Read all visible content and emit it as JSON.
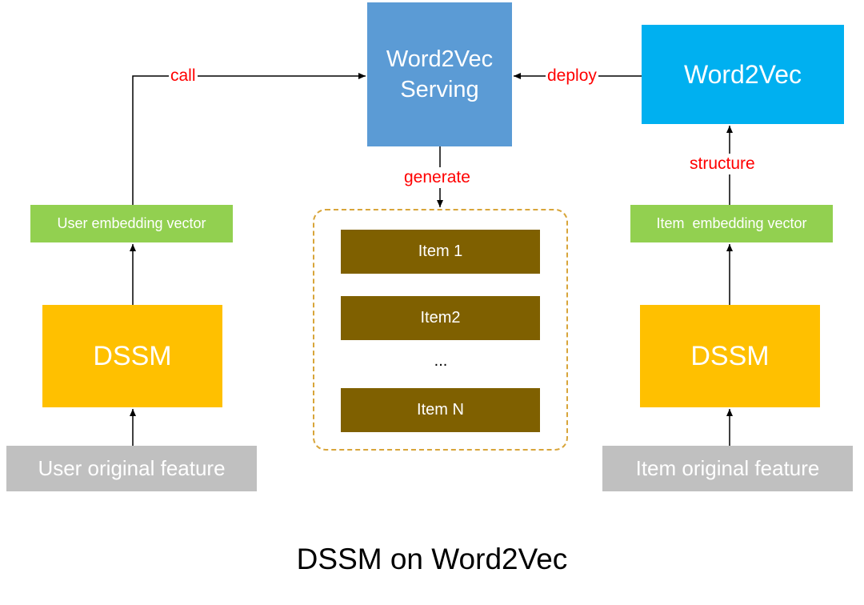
{
  "diagram": {
    "title": "DSSM on Word2Vec",
    "nodes": {
      "serving": "Word2Vec\nServing",
      "serving_line1": "Word2Vec",
      "serving_line2": "Serving",
      "word2vec": "Word2Vec",
      "user_embedding": "User embedding vector",
      "item_embedding": "Item  embedding vector",
      "user_dssm": "DSSM",
      "item_dssm": "DSSM",
      "user_feature": "User original feature",
      "item_feature": "Item original feature"
    },
    "items": [
      "Item 1",
      "Item2",
      "...",
      "Item N"
    ],
    "edges": {
      "call": "call",
      "deploy": "deploy",
      "generate": "generate",
      "structure": "structure"
    },
    "colors": {
      "serving": "#5b9bd5",
      "word2vec": "#00b0f0",
      "embedding": "#92d050",
      "dssm": "#ffc000",
      "feature": "#c0c0c0",
      "item": "#7f6000",
      "dashed_border": "#d8a53a",
      "edge_label": "#ff0000"
    }
  }
}
